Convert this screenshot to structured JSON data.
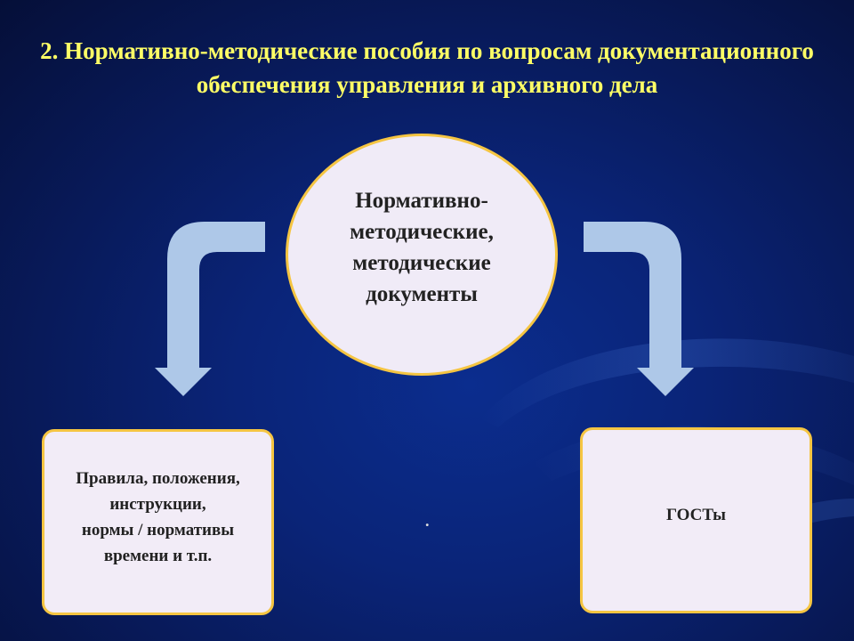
{
  "title": "2. Нормативно-методические пособия по вопросам документационного обеспечения управления и архивного дела",
  "center_node": {
    "lines": [
      "Нормативно-",
      "методические,",
      "методические",
      "документы"
    ]
  },
  "left_box": {
    "lines": [
      "Правила, положения,",
      "инструкции,",
      "нормы / нормативы",
      "времени и т.п."
    ]
  },
  "right_box": {
    "label": "ГОСТы"
  },
  "middle_dot": ".",
  "colors": {
    "title": "#ffff66",
    "node_fill": "#f0ebf7",
    "node_border": "#f5c542",
    "arrow": "#aec8e8",
    "background": "#0a2478"
  }
}
